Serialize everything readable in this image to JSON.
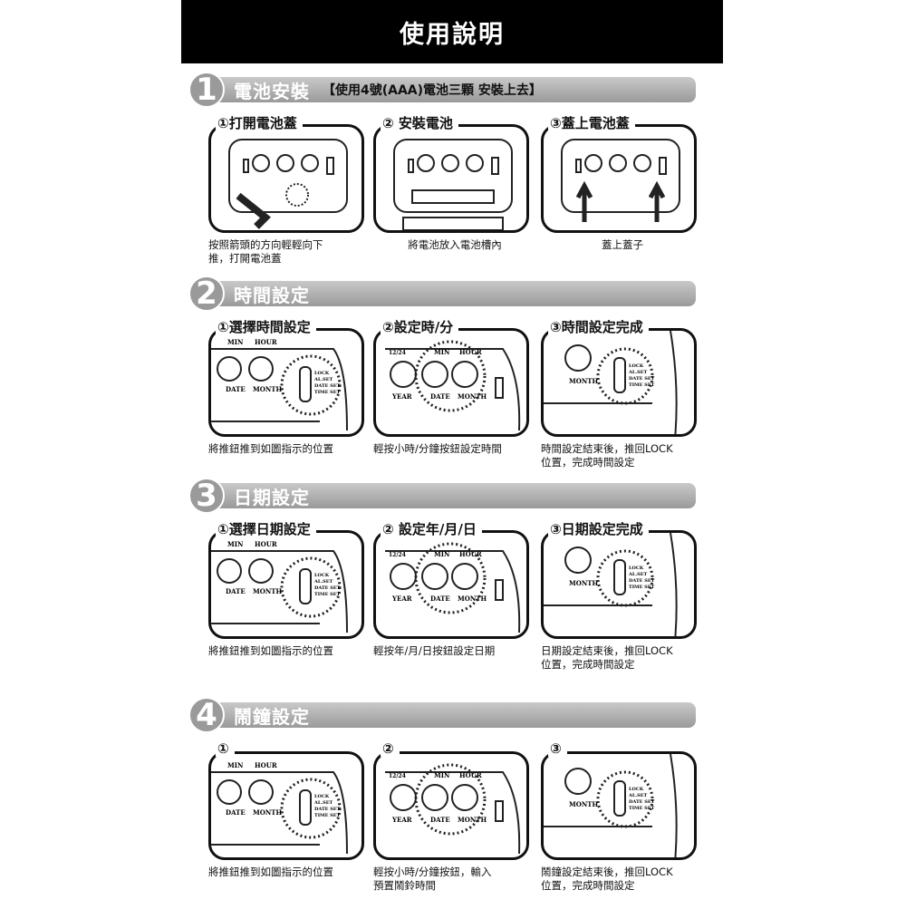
{
  "page_title": "使用說明",
  "illustration_labels": {
    "min": "MIN",
    "hour": "HOUR",
    "date": "DATE",
    "month": "MONTH",
    "h12_24": "12/24",
    "year": "YEAR",
    "lock": "LOCK",
    "al_set": "AL.SET",
    "date_set": "DATE SET",
    "time_set": "TIME SET"
  },
  "sections": [
    {
      "num": "1",
      "title": "電池安裝",
      "note": "【使用4號(AAA)電池三顆 安裝上去】",
      "steps": [
        {
          "label": "①打開電池蓋",
          "caption": "按照箭頭的方向輕輕向下\n推，打開電池蓋",
          "kind": "battery-open"
        },
        {
          "label": "② 安裝電池",
          "caption": "將電池放入電池槽內",
          "kind": "battery-insert"
        },
        {
          "label": "③蓋上電池蓋",
          "caption": "蓋上蓋子",
          "kind": "battery-close"
        }
      ]
    },
    {
      "num": "2",
      "title": "時間設定",
      "note": "",
      "steps": [
        {
          "label": "①選擇時間設定",
          "caption": "將推鈕推到如圖指示的位置",
          "kind": "slider"
        },
        {
          "label": "②設定時/分",
          "caption": "輕按小時/分鐘按鈕設定時間",
          "kind": "buttons"
        },
        {
          "label": "③時間設定完成",
          "caption": "時間設定結束後，推回LOCK\n位置，完成時間設定",
          "kind": "lock"
        }
      ]
    },
    {
      "num": "3",
      "title": "日期設定",
      "note": "",
      "steps": [
        {
          "label": "①選擇日期設定",
          "caption": "將推鈕推到如圖指示的位置",
          "kind": "slider"
        },
        {
          "label": "② 設定年/月/日",
          "caption": "輕按年/月/日按鈕設定日期",
          "kind": "buttons"
        },
        {
          "label": "③日期設定完成",
          "caption": "日期設定結束後，推回LOCK\n位置，完成時間設定",
          "kind": "lock"
        }
      ]
    },
    {
      "num": "4",
      "title": "鬧鐘設定",
      "note": "",
      "steps": [
        {
          "label": "①",
          "caption": "將推鈕推到如圖指示的位置",
          "kind": "slider"
        },
        {
          "label": "②",
          "caption": "輕按小時/分鐘按鈕，輸入\n預置鬧鈴時間",
          "kind": "buttons"
        },
        {
          "label": "③",
          "caption": "鬧鐘設定結束後，推回LOCK\n位置，完成時間設定",
          "kind": "lock"
        }
      ]
    }
  ]
}
